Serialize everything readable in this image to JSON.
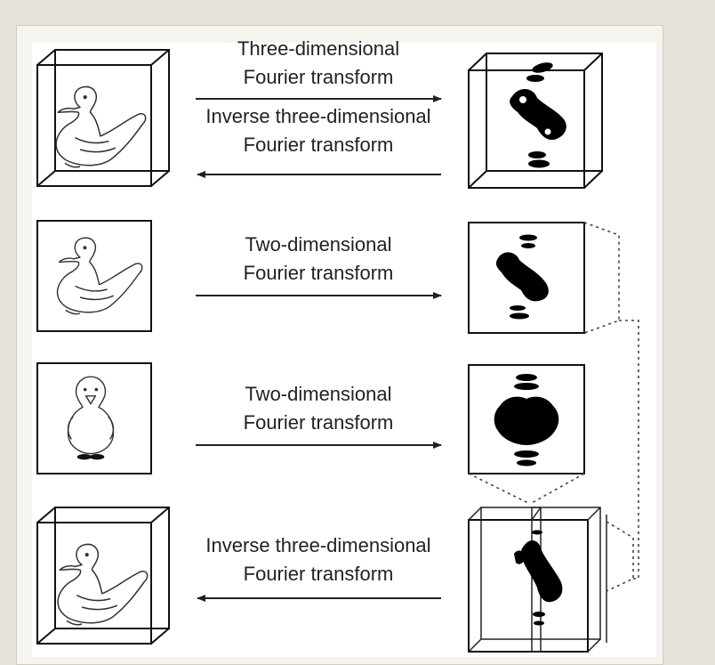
{
  "rows": [
    {
      "forward_label": [
        "Three-dimensional",
        "Fourier transform"
      ],
      "inverse_label": [
        "Inverse three-dimensional",
        "Fourier transform"
      ]
    },
    {
      "forward_label": [
        "Two-dimensional",
        "Fourier transform"
      ]
    },
    {
      "forward_label": [
        "Two-dimensional",
        "Fourier transform"
      ]
    },
    {
      "inverse_label": [
        "Inverse three-dimensional",
        "Fourier transform"
      ]
    }
  ],
  "colors": {
    "background": "#e6e4da",
    "panel": "#ffffff",
    "ink": "#111111"
  }
}
